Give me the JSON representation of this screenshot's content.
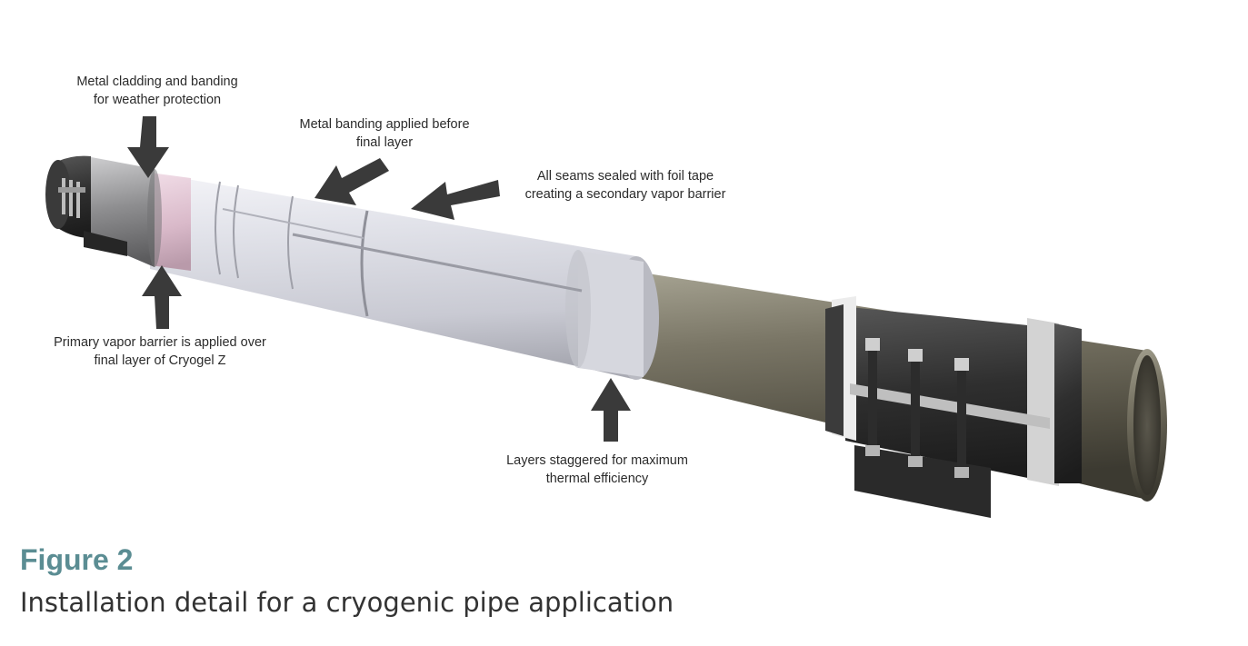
{
  "callouts": {
    "cladding": {
      "line1": "Metal cladding and banding",
      "line2": "for weather protection"
    },
    "banding": {
      "line1": "Metal banding applied before",
      "line2": "final layer"
    },
    "seams": {
      "line1": "All seams sealed with foil tape",
      "line2": "creating a secondary vapor barrier"
    },
    "vapor_barrier": {
      "line1": "Primary vapor barrier is applied over",
      "line2": "final layer of Cryogel Z"
    },
    "staggered": {
      "line1": "Layers staggered for maximum",
      "line2": "thermal efficiency"
    }
  },
  "figure": {
    "number": "Figure 2",
    "caption": "Installation detail for a cryogenic pipe application"
  },
  "colors": {
    "figure_number": "#5b8d93",
    "caption_text": "#333333",
    "arrow": "#3a3a3a",
    "pipe_steel": "#6e6a5c",
    "insulation_jacket": "#dcdde4",
    "vapor_barrier": "#e3c7d6",
    "support_clamp": "#2e2e2e"
  }
}
